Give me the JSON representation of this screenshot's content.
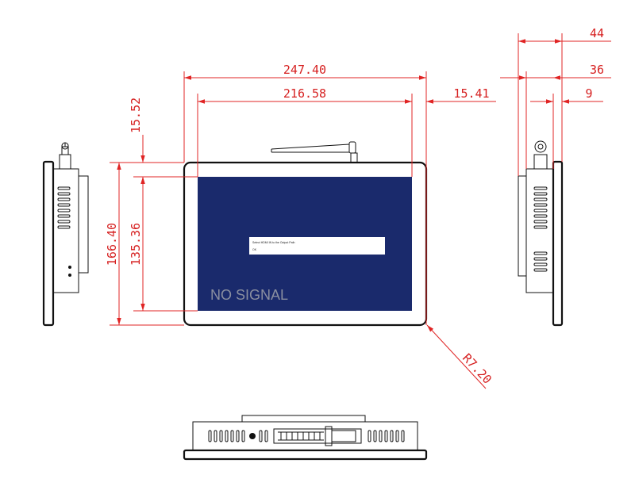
{
  "dimensions": {
    "overall_width": "247.40",
    "screen_width": "216.58",
    "right_margin": "15.41",
    "top_margin": "15.52",
    "overall_height": "166.40",
    "screen_height": "135.36",
    "corner_radius": "R7.20",
    "side_depth_total": "44",
    "side_depth_body": "36",
    "side_depth_rear": "9"
  },
  "screen": {
    "no_signal_text": "NO SIGNAL",
    "popup_line1": "Select HDMI IN to the Output Path",
    "popup_line2": "OK",
    "background_color": "#1a2a6c",
    "text_color": "#8a8fa0"
  },
  "colors": {
    "dimension": "#e02424",
    "outline": "#111111"
  }
}
